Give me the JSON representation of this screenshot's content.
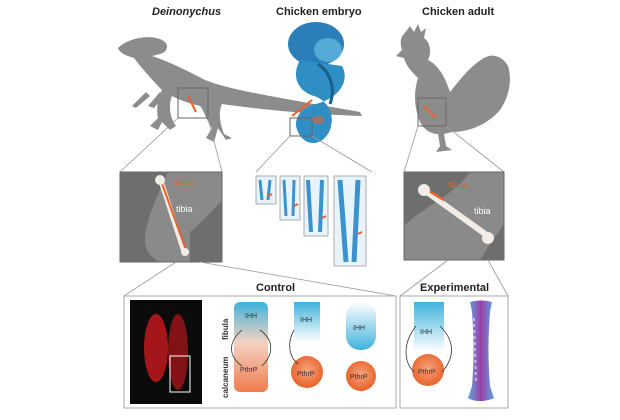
{
  "top_labels": {
    "deinonychus": "Deinonychus",
    "embryo": "Chicken embryo",
    "adult": "Chicken adult"
  },
  "inset_labels": {
    "left_fibula": "fibula",
    "left_tibia": "tibia",
    "right_fibula": "fibula",
    "right_tibia": "tibia"
  },
  "bottom": {
    "control_title": "Control",
    "experimental_title": "Experimental",
    "axis_fibula": "fibula",
    "axis_calcaneum": "calcaneum",
    "ihh": "IHH",
    "pthrp": "PthrP"
  },
  "colors": {
    "silhouette": "#8c8c8c",
    "panel_gray": "#8a8a8a",
    "bone_orange": "#e8622a",
    "ihh_blue": "#3fb3dc",
    "pthrp_orange": "#ef7c4e",
    "embryo_blue": "#2a7fb8"
  }
}
